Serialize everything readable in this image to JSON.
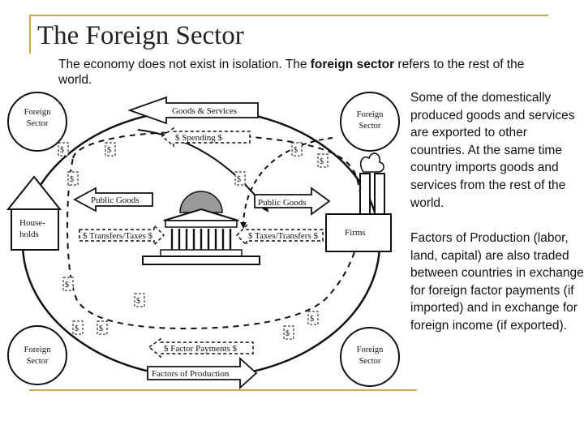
{
  "title": "The Foreign Sector",
  "intro": {
    "before": "The economy does not exist in isolation. The ",
    "bold": "foreign sector",
    "after": " refers to the rest of the world."
  },
  "side_text": [
    "Some of the domestically produced goods and services are exported to other countries. At the same time country imports goods and services from the rest of the world.",
    "Factors of Production (labor, land, capital) are also traded between countries in exchange for foreign factor payments (if imported) and in exchange for foreign income (if exported)."
  ],
  "diagram": {
    "foreign_sector": "Foreign Sector",
    "households": "House-holds",
    "firms": "Firms",
    "goods_services": "Goods & Services",
    "spending": "$ Spending $",
    "public_goods": "Public Goods",
    "transfers_taxes": "$ Transfers/Taxes $",
    "taxes_transfers": "$ Taxes/Transfers $",
    "factor_payments": "$ Factor Payments $",
    "factors_of_production": "Factors of Production",
    "dollar": "$"
  },
  "colors": {
    "accent_rule": "#c9a94a",
    "ink": "#111111"
  }
}
